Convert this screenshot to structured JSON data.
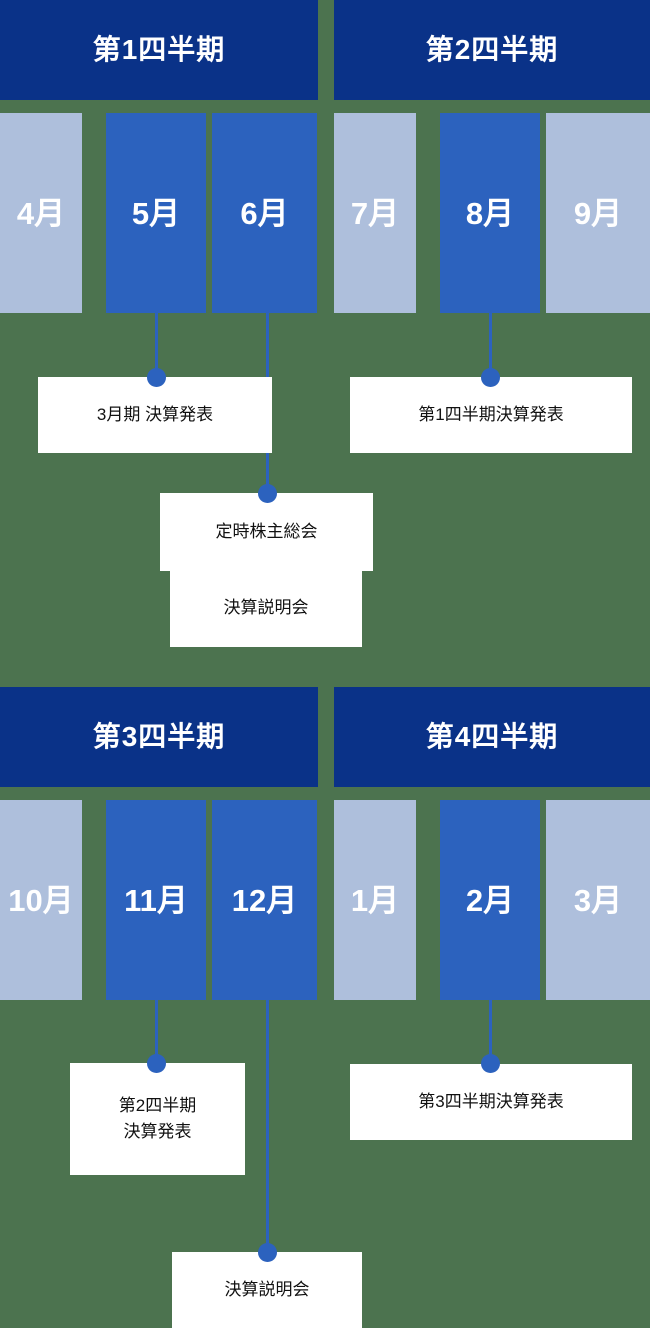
{
  "theme": {
    "background": "#4c734f",
    "header_navy": "#0a3288",
    "month_highlight": "#2c62be",
    "month_idle": "#aebfdc",
    "box_background": "#ffffff",
    "box_text": "#111111",
    "connector": "#2c62be"
  },
  "quarters": [
    {
      "id": "q1",
      "label": "第1四半期"
    },
    {
      "id": "q2",
      "label": "第2四半期"
    },
    {
      "id": "q3",
      "label": "第3四半期"
    },
    {
      "id": "q4",
      "label": "第4四半期"
    }
  ],
  "months": [
    {
      "id": "m04",
      "label": "4月",
      "highlighted": false,
      "quarter": "q1"
    },
    {
      "id": "m05",
      "label": "5月",
      "highlighted": true,
      "quarter": "q1"
    },
    {
      "id": "m06",
      "label": "6月",
      "highlighted": true,
      "quarter": "q1"
    },
    {
      "id": "m07",
      "label": "7月",
      "highlighted": false,
      "quarter": "q2"
    },
    {
      "id": "m08",
      "label": "8月",
      "highlighted": true,
      "quarter": "q2"
    },
    {
      "id": "m09",
      "label": "9月",
      "highlighted": false,
      "quarter": "q2"
    },
    {
      "id": "m10",
      "label": "10月",
      "highlighted": false,
      "quarter": "q3"
    },
    {
      "id": "m11",
      "label": "11月",
      "highlighted": true,
      "quarter": "q3"
    },
    {
      "id": "m12",
      "label": "12月",
      "highlighted": true,
      "quarter": "q3"
    },
    {
      "id": "m01",
      "label": "1月",
      "highlighted": false,
      "quarter": "q4"
    },
    {
      "id": "m02",
      "label": "2月",
      "highlighted": true,
      "quarter": "q4"
    },
    {
      "id": "m03",
      "label": "3月",
      "highlighted": false,
      "quarter": "q4"
    }
  ],
  "events": [
    {
      "id": "ev-fy-results",
      "label": "3月期 決算発表",
      "month": "5月"
    },
    {
      "id": "ev-q1-results",
      "label": "第1四半期決算発表",
      "month": "8月"
    },
    {
      "id": "ev-agm",
      "label": "定時株主総会",
      "month": "6月"
    },
    {
      "id": "ev-briefing-h1",
      "label": "決算説明会",
      "month": "6月"
    },
    {
      "id": "ev-q2-results",
      "label": "第2四半期\n決算発表",
      "month": "11月"
    },
    {
      "id": "ev-q3-results",
      "label": "第3四半期決算発表",
      "month": "2月"
    },
    {
      "id": "ev-briefing-h2",
      "label": "決算説明会",
      "month": "12月"
    }
  ]
}
